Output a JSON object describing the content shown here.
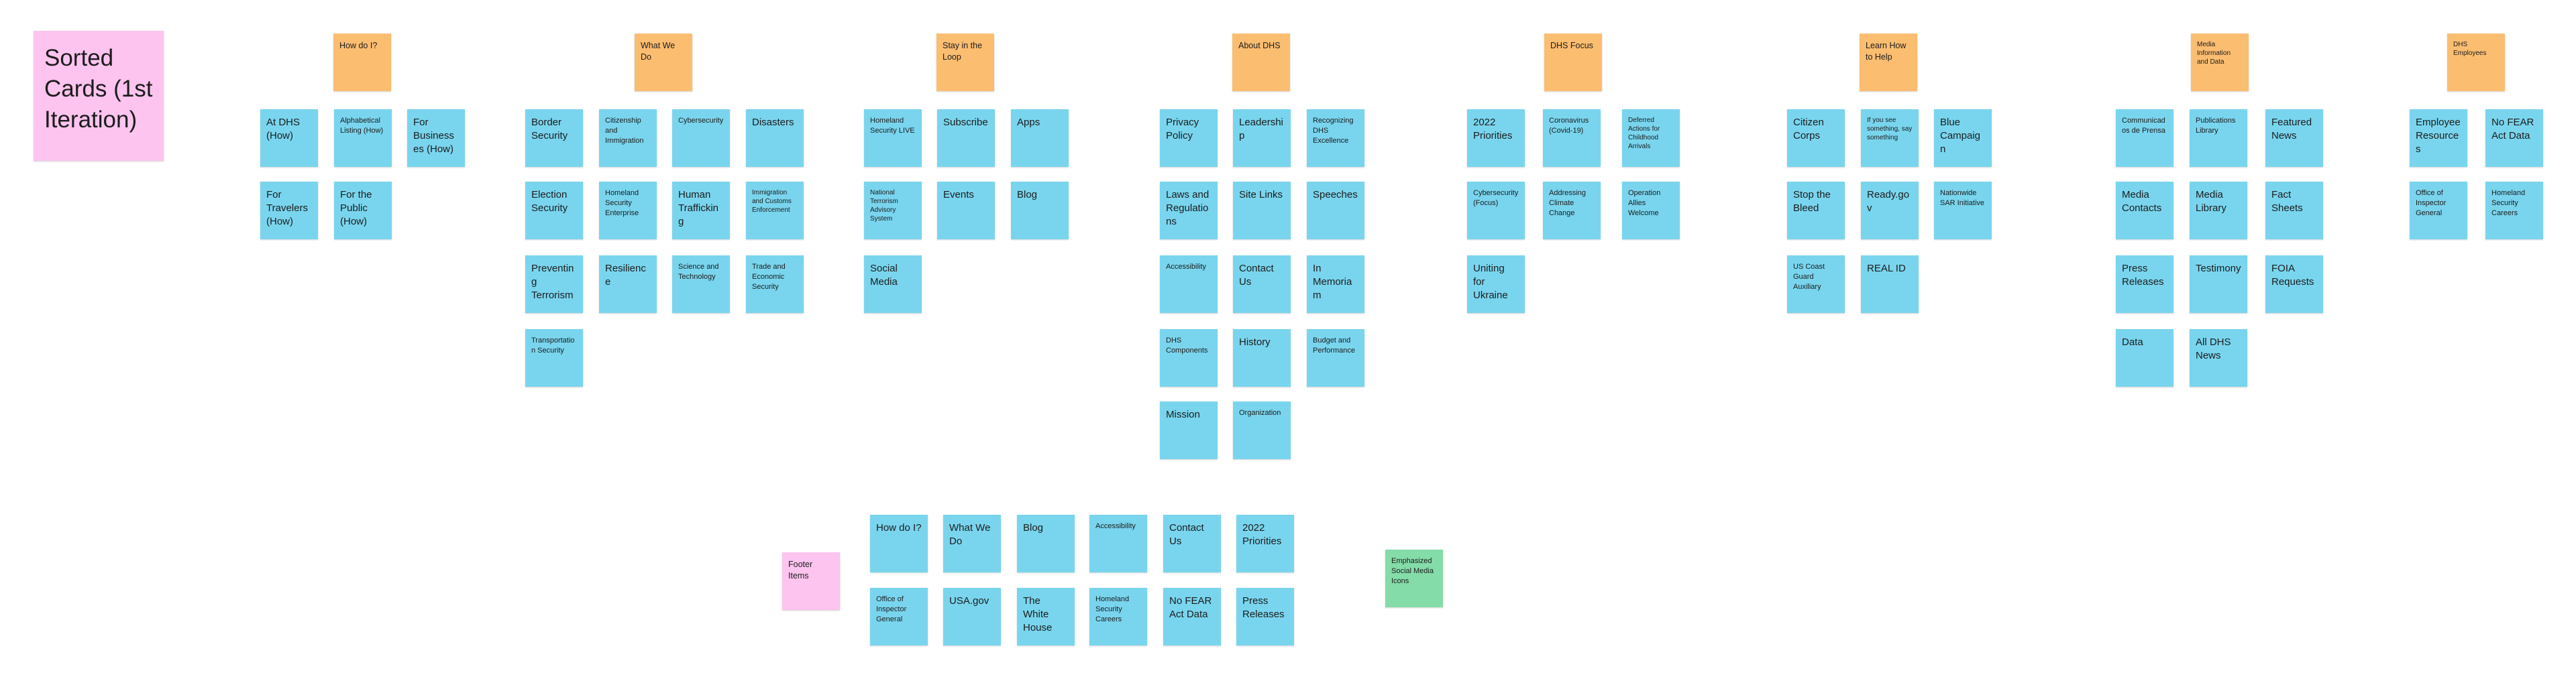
{
  "title": "Sorted Cards (1st Iteration)",
  "colors": {
    "header_note": "#fbbd70",
    "card_note": "#79d5ee",
    "pink_note": "#fcc4ee",
    "green_note": "#84dca8"
  },
  "groups": [
    {
      "header": "How do I?",
      "cards": [
        "At DHS (How)",
        "Alphabetical Listing (How)",
        "For Businesses (How)",
        "For Travelers (How)",
        "For the Public (How)"
      ]
    },
    {
      "header": "What We Do",
      "cards": [
        "Border Security",
        "Citizenship and Immigration",
        "Cybersecurity",
        "Disasters",
        "Election Security",
        "Homeland Security Enterprise",
        "Human Trafficking",
        "Immigration and Customs Enforcement",
        "Preventing Terrorism",
        "Resilience",
        "Science and Technology",
        "Trade and Economic Security",
        "Transportation Security"
      ]
    },
    {
      "header": "Stay in the Loop",
      "cards": [
        "Homeland Security LIVE",
        "Subscribe",
        "Apps",
        "National Terrorism Advisory System",
        "Events",
        "Blog",
        "Social Media"
      ]
    },
    {
      "header": "About DHS",
      "cards": [
        "Privacy Policy",
        "Leadership",
        "Recognizing DHS Excellence",
        "Laws and Regulations",
        "Site Links",
        "Speeches",
        "Accessibility",
        "Contact Us",
        "In Memoriam",
        "DHS Components",
        "History",
        "Budget and Performance",
        "Mission",
        "Organization"
      ]
    },
    {
      "header": "DHS Focus",
      "cards": [
        "2022 Priorities",
        "Coronavirus (Covid-19)",
        "Deferred Actions for Childhood Arrivals",
        "Cybersecurity (Focus)",
        "Addressing Climate Change",
        "Operation Allies Welcome",
        "Uniting for Ukraine"
      ]
    },
    {
      "header": "Learn How to Help",
      "cards": [
        "Citizen Corps",
        "If you see something, say something",
        "Blue Campaign",
        "Stop the Bleed",
        "Ready.gov",
        "Nationwide SAR Initiative",
        "US Coast Guard Auxiliary",
        "REAL ID"
      ]
    },
    {
      "header": "Media Information and Data",
      "cards": [
        "Communicados de Prensa",
        "Publications Library",
        "Featured News",
        "Media Contacts",
        "Media Library",
        "Fact Sheets",
        "Press Releases",
        "Testimony",
        "FOIA Requests",
        "Data",
        "All DHS News"
      ]
    },
    {
      "header": "DHS Employees",
      "cards": [
        "Employee Resources",
        "No FEAR Act Data",
        "Office of Inspector General",
        "Homeland Security Careers"
      ]
    }
  ],
  "footer": {
    "label": "Footer Items",
    "cards": [
      "How do I?",
      "What We Do",
      "Blog",
      "Accessibility",
      "Contact Us",
      "2022 Priorities",
      "Office of Inspector General",
      "USA.gov",
      "The White House",
      "Homeland Security Careers",
      "No FEAR Act Data",
      "Press Releases"
    ]
  },
  "emphasized": "Emphasized Social Media Icons"
}
